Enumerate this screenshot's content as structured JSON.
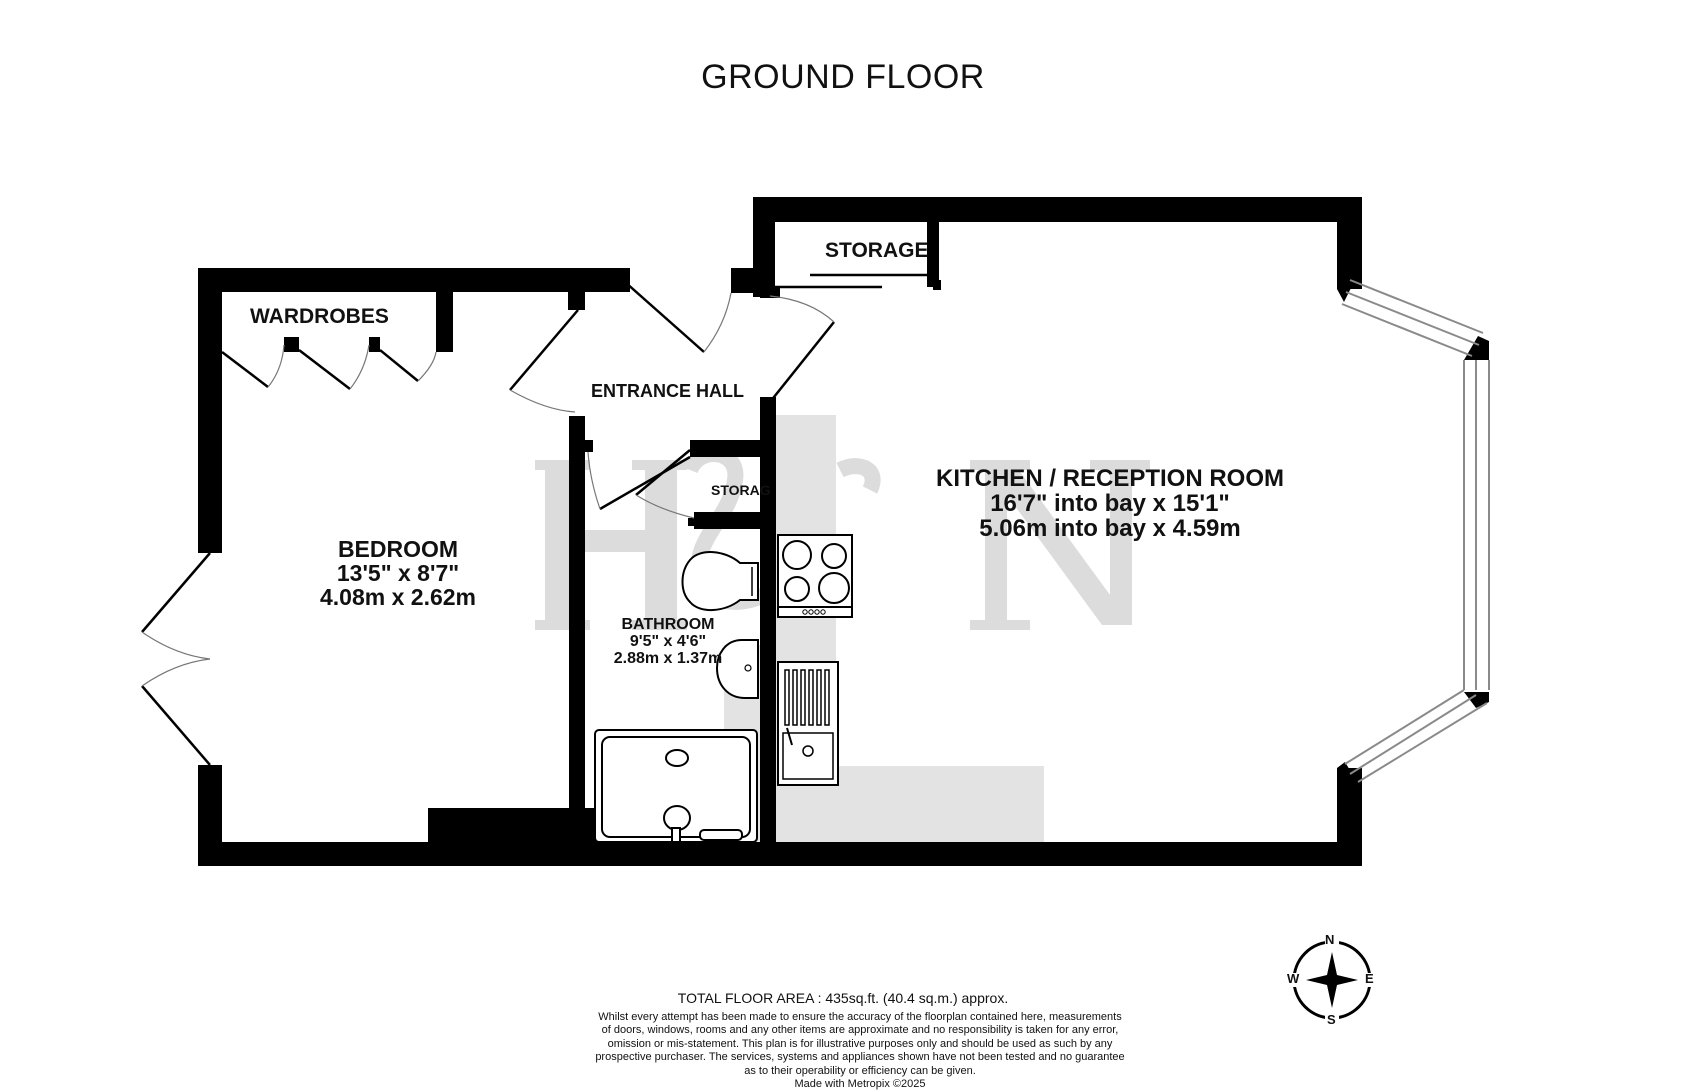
{
  "header": {
    "title": "GROUND FLOOR"
  },
  "rooms": {
    "wardrobes": {
      "name": "WARDROBES"
    },
    "entrance_hall": {
      "name": "ENTRANCE HALL"
    },
    "storage_main": {
      "name": "STORAGE"
    },
    "storage_small": {
      "name": "STORAG"
    },
    "bedroom": {
      "name": "BEDROOM",
      "imperial": "13'5\"  x 8'7\"",
      "metric": "4.08m  x 2.62m"
    },
    "bathroom": {
      "name": "BATHROOM",
      "imperial": "9'5\"  x 4'6\"",
      "metric": "2.88m  x 1.37m"
    },
    "kitchen": {
      "name": "KITCHEN / RECEPTION ROOM",
      "imperial": "16'7\" into bay x 15'1\"",
      "metric": "5.06m into bay x 4.59m"
    }
  },
  "watermark": {
    "text": "H & N",
    "color": "#dcdcdc"
  },
  "compass": {
    "north": "N",
    "south": "S",
    "east": "E",
    "west": "W"
  },
  "footer": {
    "total_area": "TOTAL FLOOR AREA : 435sq.ft. (40.4 sq.m.) approx.",
    "disclaimer_lines": [
      "Whilst every attempt has been made to ensure the accuracy of the floorplan contained here, measurements",
      "of doors, windows, rooms and any other items are approximate and no responsibility is taken for any error,",
      "omission or mis-statement. This plan is for illustrative purposes only and should be used as such by any",
      "prospective purchaser. The services, systems and appliances shown have not been tested and no guarantee",
      "as to their operability or efficiency can be given."
    ],
    "credit": "Made with Metropix ©2025"
  },
  "colors": {
    "wall": "#000000",
    "worktop": "#e3e3e3",
    "window": "#8a8a8a",
    "watermark": "#dcdcdc"
  }
}
